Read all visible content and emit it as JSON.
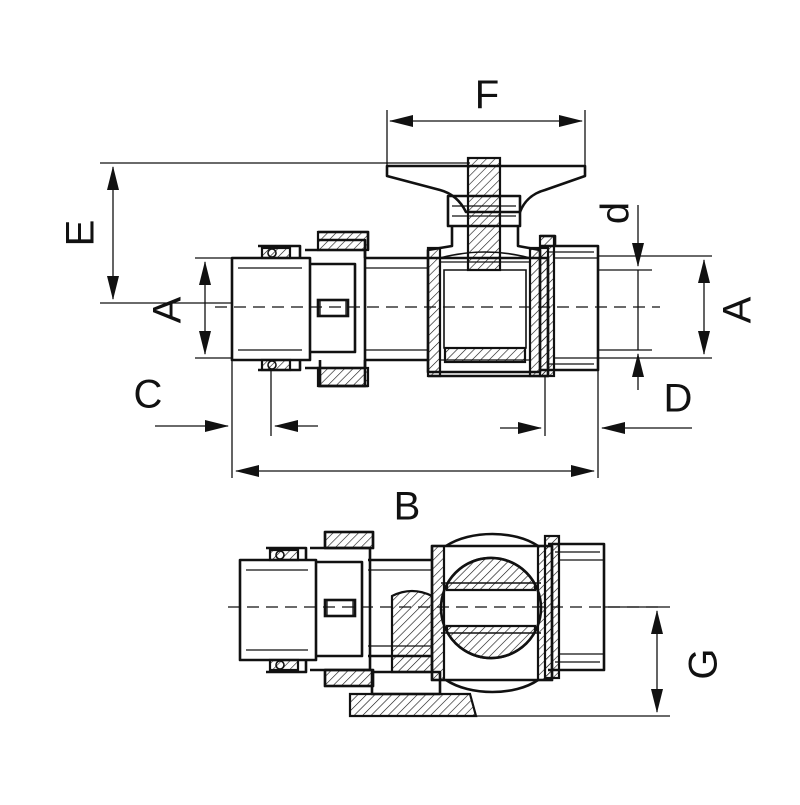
{
  "labels": {
    "F": "F",
    "E": "E",
    "d": "d",
    "A_left": "A",
    "A_right": "A",
    "C": "C",
    "D": "D",
    "B": "B",
    "G": "G"
  }
}
